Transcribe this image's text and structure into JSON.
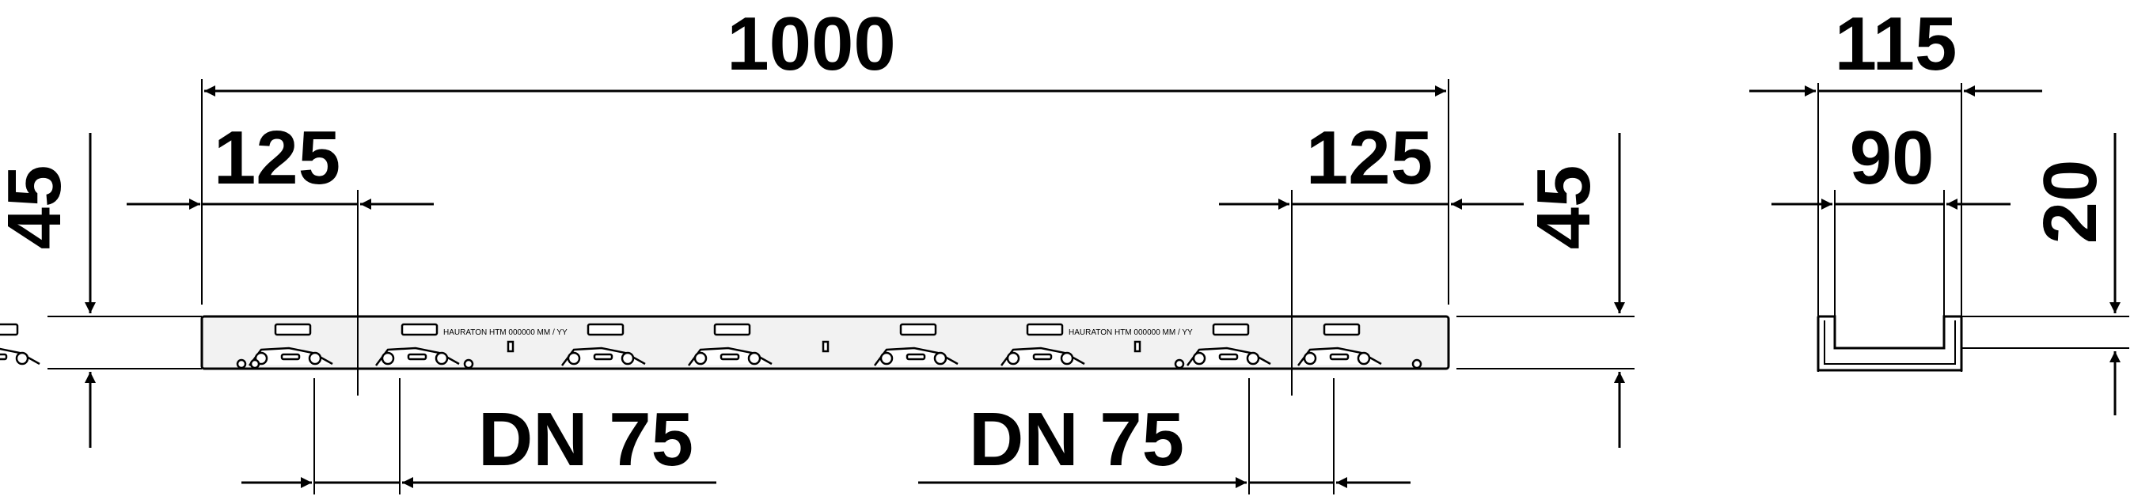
{
  "dimensions": {
    "total_length": "1000",
    "left_offset": "125",
    "right_offset": "125",
    "left_height": "45",
    "right_height": "45",
    "outlet_left": "DN 75",
    "outlet_right": "DN 75",
    "section_width": "115",
    "section_inner_width": "90",
    "section_depth": "20"
  },
  "stamps": {
    "left": "HAURATON HTM 000000  MM / YY",
    "right": "HAURATON HTM 000000  MM / YY"
  },
  "colors": {
    "line": "#000000",
    "part_fill": "#f2f2f2"
  }
}
